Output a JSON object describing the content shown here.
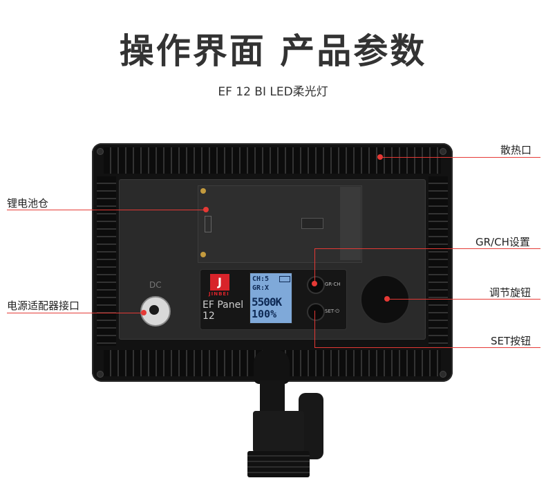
{
  "title": "操作界面 产品参数",
  "subtitle": "EF 12 BI LED柔光灯",
  "annotations": {
    "heat_vent": "散热口",
    "battery": "锂电池仓",
    "gr_ch_setting": "GR/CH设置",
    "knob": "调节旋钮",
    "dc": "电源适配器接口",
    "set_button": "SET按钮"
  },
  "device": {
    "dc_label": "DC",
    "logo_text": "JINBEI",
    "logo_mark": "J",
    "model_line1": "EF Panel",
    "model_line2": "12",
    "lcd": {
      "ch": "CH:5",
      "gr": "GR:X",
      "kelvin": "5500K",
      "percent": "100%"
    },
    "btn_gr_ch": "GR·CH",
    "btn_set": "SET·⏻"
  },
  "colors": {
    "accent": "#e53935",
    "body": "#121212",
    "lcd": "#7fa9d9"
  }
}
